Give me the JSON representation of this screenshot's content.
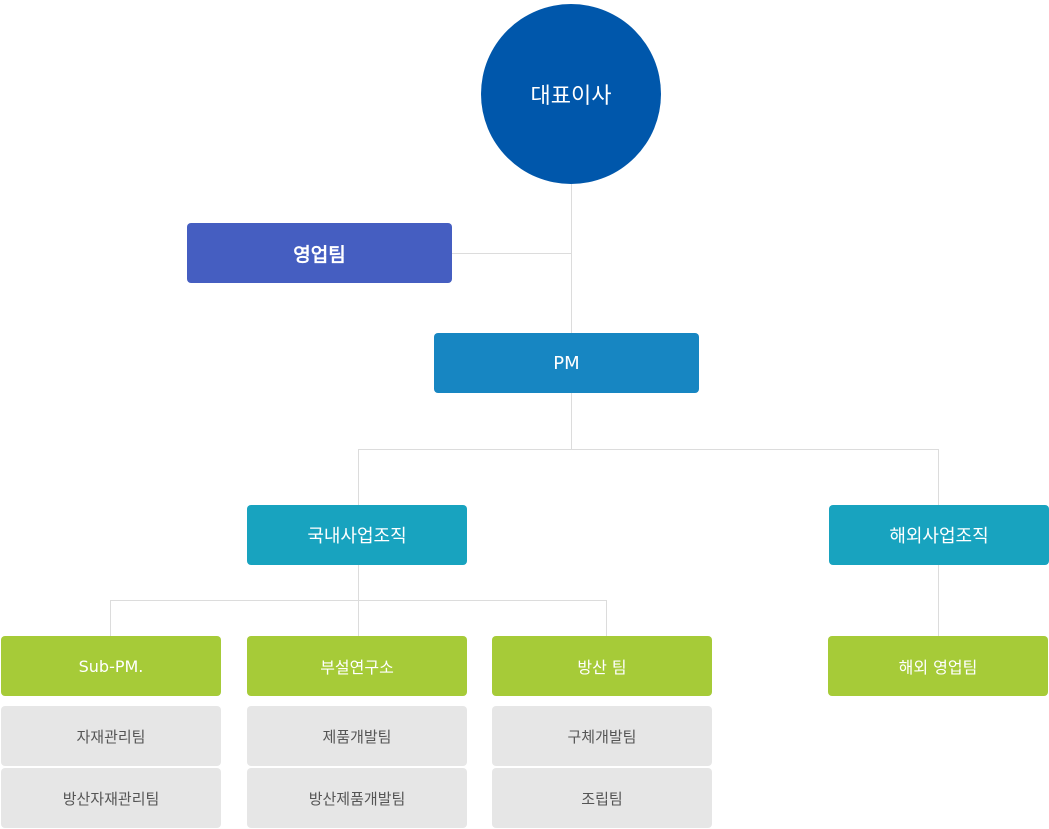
{
  "ceo": {
    "label": "대표이사"
  },
  "sales": {
    "label": "영업팀"
  },
  "pm": {
    "label": "PM"
  },
  "divisions": [
    {
      "label": "국내사업조직"
    },
    {
      "label": "해외사업조직"
    }
  ],
  "teams": [
    {
      "label": "Sub-PM.",
      "subs": [
        "자재관리팀",
        "방산자재관리팀"
      ]
    },
    {
      "label": "부설연구소",
      "subs": [
        "제품개발팀",
        "방산제품개발팀"
      ]
    },
    {
      "label": "방산 팀",
      "subs": [
        "구체개발팀",
        "조립팀"
      ]
    },
    {
      "label": "해외 영업팀",
      "subs": []
    }
  ],
  "colors": {
    "ceo": "#0057ab",
    "sales": "#455ec1",
    "pm": "#1786c2",
    "division": "#18a3bf",
    "team": "#a6cb38",
    "subteam": "#e6e6e6",
    "connector": "#dcdcdc"
  }
}
